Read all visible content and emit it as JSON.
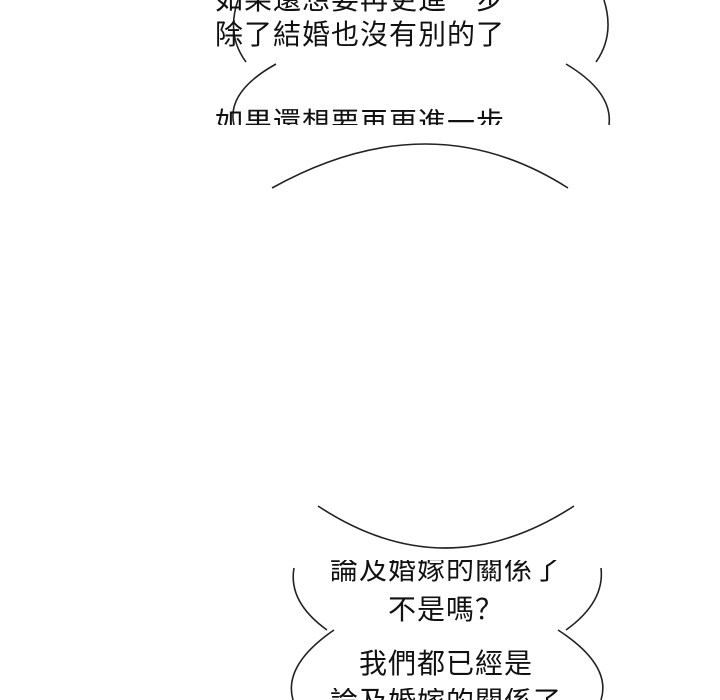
{
  "dialogue": {
    "bubble1_line1": "如果還想要再更進一步",
    "bubble1_line2": "除了結婚也沒有別的了",
    "bubble2_line1": "如果還想要再更進一步",
    "bubble3_line1": "論及婚嫁的關係了",
    "bubble3_line2": "不是嗎？",
    "bubble4_line1": "我們都已經是",
    "bubble4_line2": "論及婚嫁的關係了"
  }
}
